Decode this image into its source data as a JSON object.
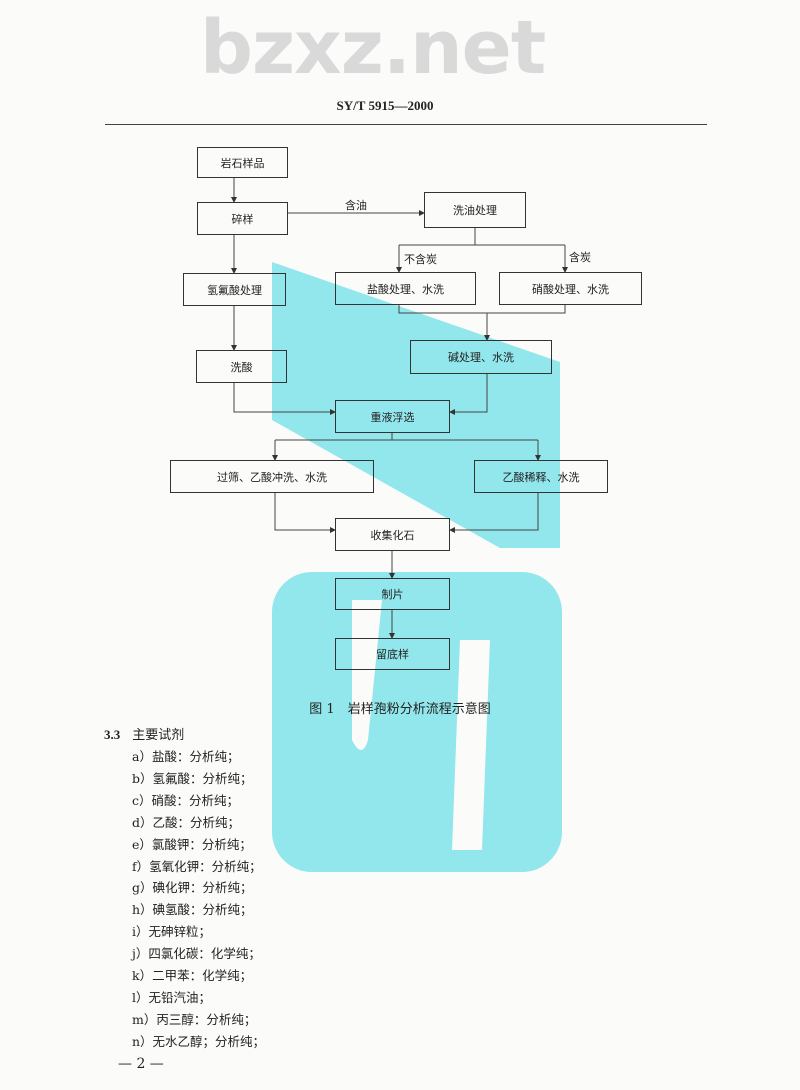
{
  "header": {
    "doc_code": "SY/T 5915—2000"
  },
  "watermark": {
    "text": "bzxz.net",
    "color": "#7fe3ea"
  },
  "flowchart": {
    "nodes": {
      "rock_sample": "岩石样品",
      "crush": "碎样",
      "oil_wash": "洗油处理",
      "hf_treatment": "氢氟酸处理",
      "hcl_wash": "盐酸处理、水洗",
      "hno3_wash": "硝酸处理、水洗",
      "acid_wash": "洗酸",
      "alkali_wash": "碱处理、水洗",
      "heavy_liquid": "重液浮选",
      "sieve": "过筛、乙酸冲洗、水洗",
      "acetic_dilute": "乙酸稀释、水洗",
      "collect": "收集化石",
      "slide": "制片",
      "retain": "留底样"
    },
    "edge_labels": {
      "oil": "含油",
      "no_carbon": "不含炭",
      "carbon": "含炭"
    },
    "caption": "图 1　岩样孢粉分析流程示意图"
  },
  "section": {
    "number": "3.3",
    "title": "主要试剂",
    "items": [
      "a）盐酸：分析纯；",
      "b）氢氟酸：分析纯；",
      "c）硝酸：分析纯；",
      "d）乙酸：分析纯；",
      "e）氯酸钾：分析纯；",
      "f）氢氧化钾：分析纯；",
      "g）碘化钾：分析纯；",
      "h）碘氢酸：分析纯；",
      "i）无砷锌粒；",
      "j）四氯化碳：化学纯；",
      "k）二甲苯：化学纯；",
      "l）无铅汽油；",
      "m）丙三醇：分析纯；",
      "n）无水乙醇；分析纯；"
    ]
  },
  "footer": {
    "page": "— 2 —"
  }
}
